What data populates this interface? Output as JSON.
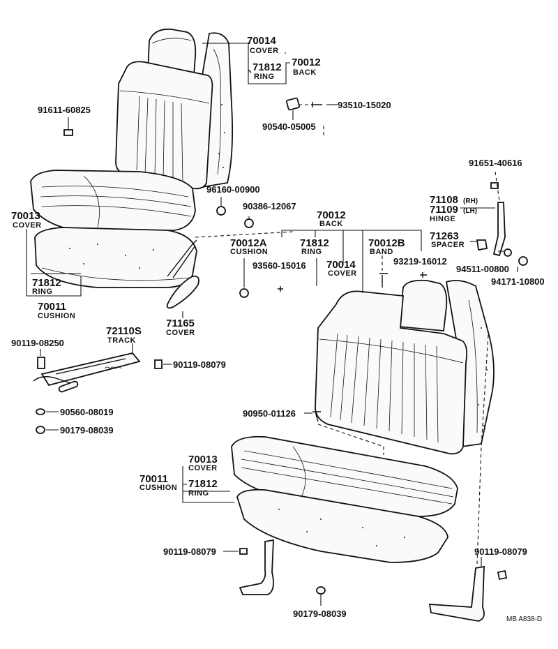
{
  "callouts": {
    "c70014_top": {
      "num": "70014",
      "name": "COVER"
    },
    "c70012_top": {
      "num": "70012",
      "name": "BACK"
    },
    "c71812_top": {
      "num": "71812",
      "name": "RING"
    },
    "c93510": {
      "num": "93510-15020"
    },
    "c90540": {
      "num": "90540-05005"
    },
    "c91611": {
      "num": "91611-60825"
    },
    "c96160": {
      "num": "96160-00900"
    },
    "c90386": {
      "num": "90386-12067"
    },
    "c70013_left": {
      "num": "70013",
      "name": "COVER"
    },
    "c71812_left": {
      "num": "71812",
      "name": "RING"
    },
    "c70011_left": {
      "num": "70011",
      "name": "CUSHION"
    },
    "c71165": {
      "num": "71165",
      "name": "COVER"
    },
    "c70012_mid": {
      "num": "70012",
      "name": "BACK"
    },
    "c70012A": {
      "num": "70012A",
      "name": "CUSHION"
    },
    "c71812_mid": {
      "num": "71812",
      "name": "RING"
    },
    "c70012B": {
      "num": "70012B",
      "name": "BAND"
    },
    "c93560": {
      "num": "93560-15016"
    },
    "c70014_mid": {
      "num": "70014",
      "name": "COVER"
    },
    "c93219": {
      "num": "93219-16012"
    },
    "c91651": {
      "num": "91651-40616"
    },
    "c71108": {
      "num": "71108",
      "side": "(RH)"
    },
    "c71109": {
      "num": "71109",
      "side": "(LH)",
      "name": "HINGE"
    },
    "c71263": {
      "num": "71263",
      "name": "SPACER"
    },
    "c94511": {
      "num": "94511-00800"
    },
    "c94171": {
      "num": "94171-10800"
    },
    "c72110S": {
      "num": "72110S",
      "name": "TRACK"
    },
    "c90119_a": {
      "num": "90119-08250"
    },
    "c90119_b": {
      "num": "90119-08079"
    },
    "c90560": {
      "num": "90560-08019"
    },
    "c90179_a": {
      "num": "90179-08039"
    },
    "c90950": {
      "num": "90950-01126"
    },
    "c70013_bot": {
      "num": "70013",
      "name": "COVER"
    },
    "c70011_bot": {
      "num": "70011",
      "name": "CUSHION"
    },
    "c71812_bot": {
      "num": "71812",
      "name": "RING"
    },
    "c90119_c": {
      "num": "90119-08079"
    },
    "c90119_d": {
      "num": "90119-08079"
    },
    "c90179_b": {
      "num": "90179-08039"
    }
  },
  "ref_code": "MB  A838-D"
}
